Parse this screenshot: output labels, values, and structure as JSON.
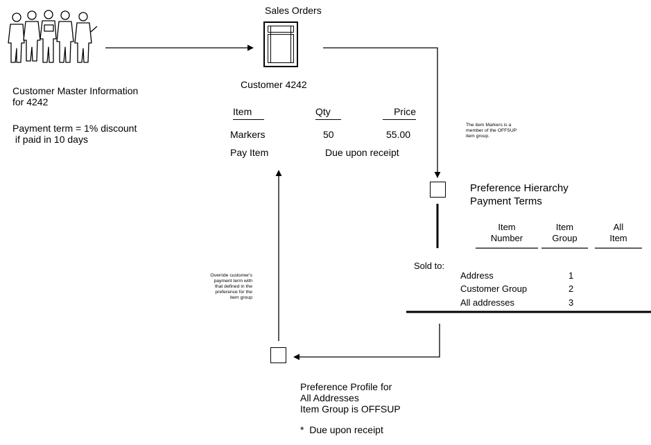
{
  "sales_orders": {
    "title": "Sales Orders",
    "customer": "Customer 4242",
    "headers": {
      "item": "Item",
      "qty": "Qty",
      "price": "Price"
    },
    "row": {
      "item": "Markers",
      "qty": "50",
      "price": "55.00"
    },
    "pay": {
      "label": "Pay Item",
      "value": "Due upon receipt"
    }
  },
  "customer_master": {
    "title_line1": "Customer Master Information",
    "title_line2": "for 4242",
    "term_line1": "Payment term = 1% discount",
    "term_line2": " if paid in 10 days"
  },
  "note_item_group": "The item Markers is a\nmember of the OFFSUP\nitem group.",
  "hierarchy": {
    "title_line1": "Preference Hierarchy",
    "title_line2": "Payment Terms",
    "columns": [
      {
        "line1": "Item",
        "line2": "Number"
      },
      {
        "line1": "Item",
        "line2": "Group"
      },
      {
        "line1": "All",
        "line2": "Item"
      }
    ],
    "sold_to": "Sold to:",
    "rows": [
      {
        "label": "Address",
        "value": "1"
      },
      {
        "label": "Customer Group",
        "value": "2"
      },
      {
        "label": "All addresses",
        "value": "3"
      }
    ]
  },
  "note_override": "Override customer's\npayment term with\nthat defined in the\npreference for the\nitem group",
  "profile": {
    "line1": "Preference Profile for",
    "line2": "All Addresses",
    "line3": "Item Group is OFFSUP",
    "result": "*  Due upon receipt"
  }
}
